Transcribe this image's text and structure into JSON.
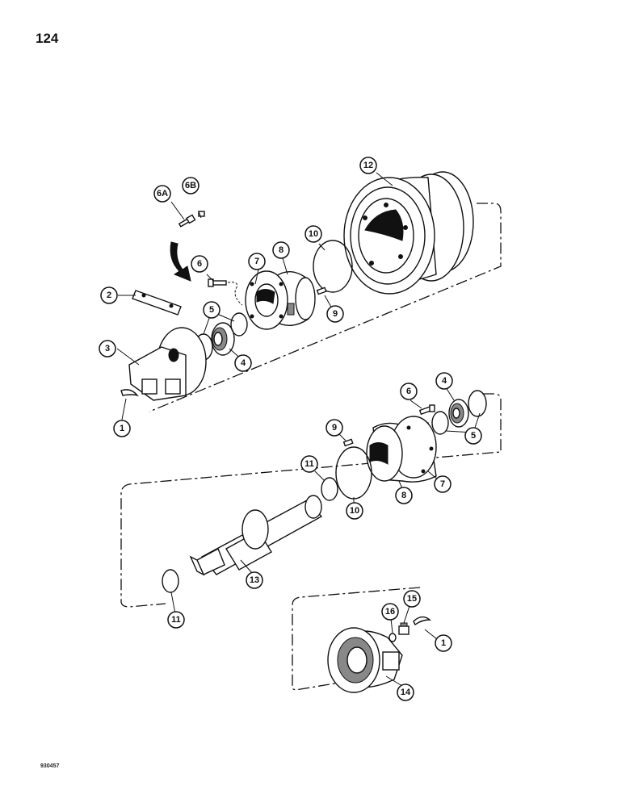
{
  "page": {
    "number": "124",
    "figure_code": "930457"
  },
  "callouts": {
    "c1a": "1",
    "c1b": "1",
    "c2": "2",
    "c3": "3",
    "c4a": "4",
    "c4b": "4",
    "c5a": "5",
    "c5b": "5",
    "c6a": "6",
    "c6b": "6",
    "c6A": "6A",
    "c6B": "6B",
    "c7a": "7",
    "c7b": "7",
    "c8a": "8",
    "c8b": "8",
    "c9a": "9",
    "c9b": "9",
    "c10a": "10",
    "c10b": "10",
    "c11a": "11",
    "c11b": "11",
    "c12": "12",
    "c13": "13",
    "c14": "14",
    "c15": "15",
    "c16": "16"
  }
}
